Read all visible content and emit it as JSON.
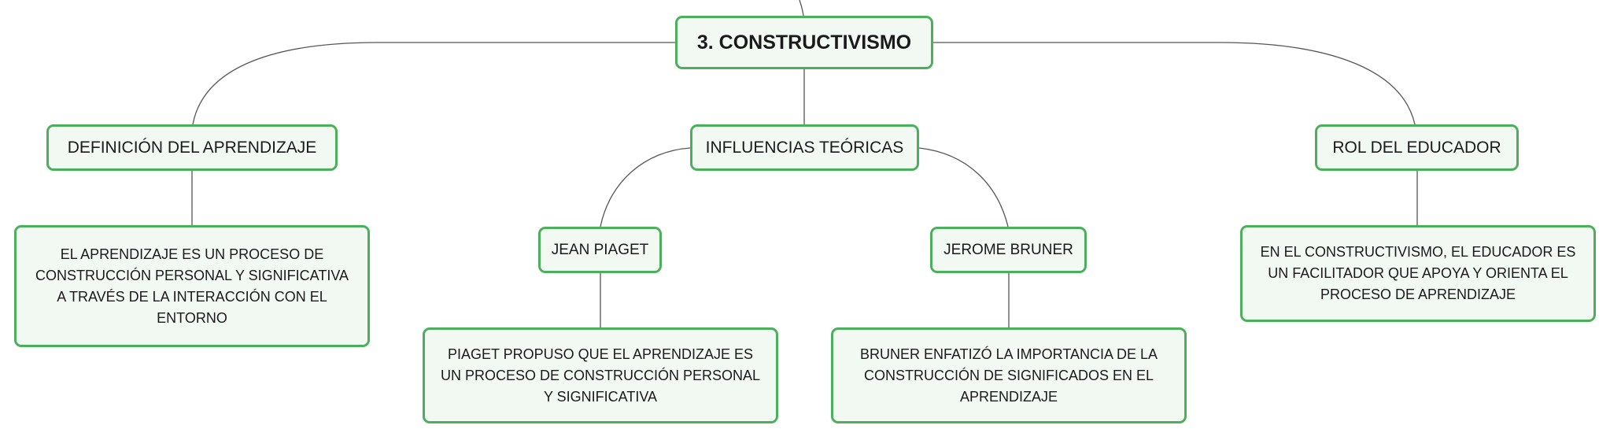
{
  "map": {
    "root": "3. CONSTRUCTIVISMO",
    "definicion": {
      "title": "DEFINICIÓN DEL APRENDIZAJE",
      "text": "EL APRENDIZAJE ES UN PROCESO DE CONSTRUCCIÓN PERSONAL Y SIGNIFICATIVA A TRAVÉS DE LA INTERACCIÓN CON EL ENTORNO"
    },
    "influencias": {
      "title": "INFLUENCIAS TEÓRICAS",
      "piaget": {
        "title": "JEAN PIAGET",
        "text": "PIAGET PROPUSO QUE EL APRENDIZAJE ES UN PROCESO DE CONSTRUCCIÓN PERSONAL Y SIGNIFICATIVA"
      },
      "bruner": {
        "title": "JEROME BRUNER",
        "text": "BRUNER ENFATIZÓ LA IMPORTANCIA DE LA CONSTRUCCIÓN DE SIGNIFICADOS EN EL APRENDIZAJE"
      }
    },
    "rol": {
      "title": "ROL DEL EDUCADOR",
      "text": "EN EL CONSTRUCTIVISMO, EL EDUCADOR ES UN FACILITADOR QUE APOYA Y ORIENTA EL PROCESO DE APRENDIZAJE"
    }
  },
  "colors": {
    "border": "#4caf5c",
    "fill": "#f2f9f3",
    "connector": "#555555"
  }
}
